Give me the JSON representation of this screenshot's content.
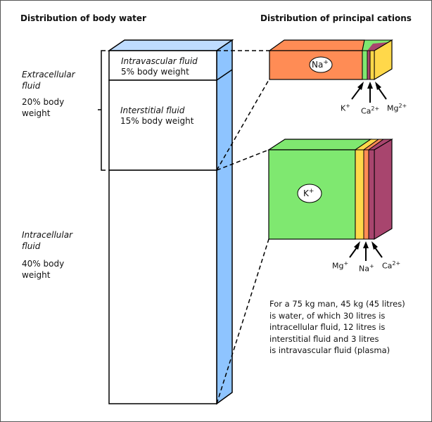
{
  "titles": {
    "left": "Distribution of body water",
    "right": "Distribution of principal cations"
  },
  "compartments": {
    "intravascular": {
      "name": "Intravascular fluid",
      "weight": "5% body weight",
      "percent": 5
    },
    "interstitial": {
      "name": "Interstitial fluid",
      "weight": "15% body weight",
      "percent": 15
    },
    "extracellular": {
      "name_line1": "Extracellular",
      "name_line2": "fluid",
      "weight_line1": "20% body",
      "weight_line2": "weight",
      "percent": 20
    },
    "intracellular": {
      "name_line1": "Intracellular",
      "name_line2": "fluid",
      "weight_line1": "40% body",
      "weight_line2": "weight",
      "percent": 40
    }
  },
  "extracellular_cations": {
    "main": {
      "label": "Na",
      "charge": "+"
    },
    "minor": [
      {
        "label": "K",
        "charge": "+"
      },
      {
        "label": "Ca",
        "charge": "2+"
      },
      {
        "label": "Mg",
        "charge": "2+"
      }
    ]
  },
  "intracellular_cations": {
    "main": {
      "label": "K",
      "charge": "+"
    },
    "minor": [
      {
        "label": "Mg",
        "charge": "+"
      },
      {
        "label": "Na",
        "charge": "+"
      },
      {
        "label": "Ca",
        "charge": "2+"
      }
    ]
  },
  "note": {
    "lines": [
      "For a 75 kg man, 45 kg (45 litres)",
      "is water, of which 30 litres is",
      "intracellular fluid, 12 litres is",
      "interstitial fluid and 3 litres",
      "is intravascular fluid (plasma)"
    ]
  },
  "colors": {
    "sodium": "#ff8c55",
    "potassium": "#7fe870",
    "calcium": "#a8456e",
    "magnesium": "#ffd84a",
    "column_side": "#8ec4ff",
    "column_top": "#bfdcff"
  }
}
